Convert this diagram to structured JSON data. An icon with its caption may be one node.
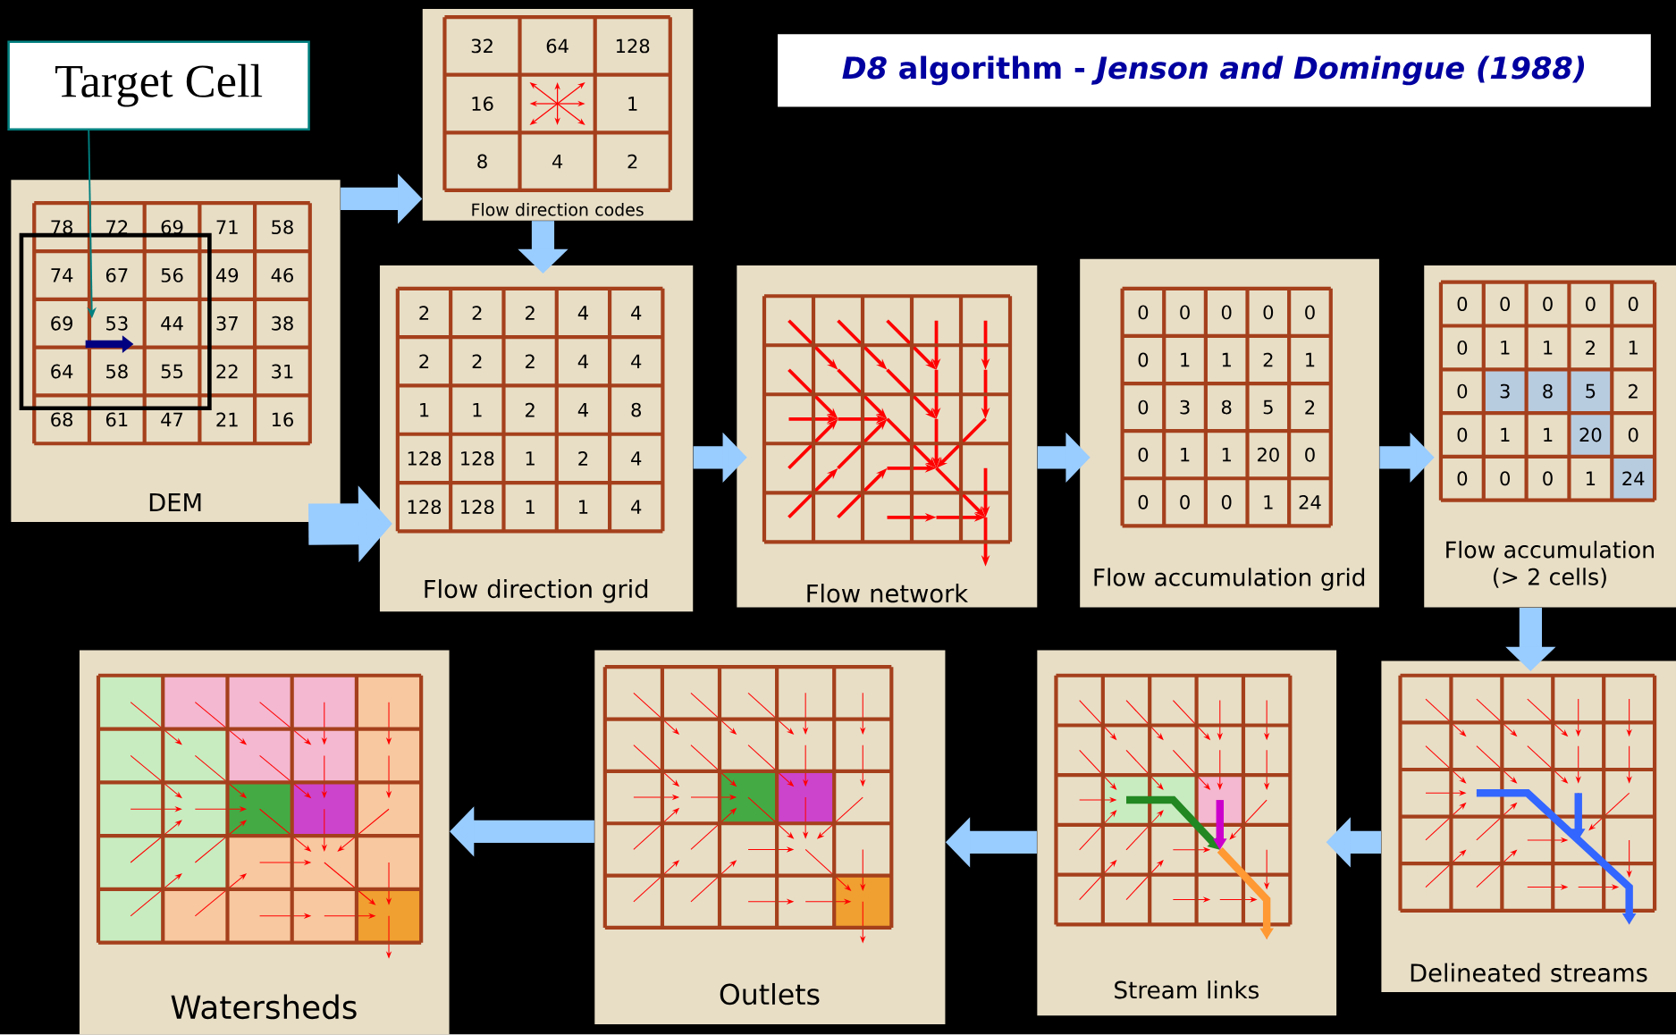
{
  "diagram": {
    "title": "*D8* algorithm - *Jenson and Domingue (1988)*",
    "nodes": [
      {
        "text": [
          "Target Cell"
        ]
      },
      {
        "text": [
          "Flow direction codes"
        ]
      },
      {
        "text": [
          "DEM"
        ]
      },
      {
        "text": [
          "Flow direction grid"
        ]
      },
      {
        "text": [
          "Flow network"
        ]
      },
      {
        "text": [
          "Flow accumulation grid"
        ]
      },
      {
        "text": [
          "Flow accumulation (> 2 cells)"
        ]
      },
      {
        "text": [
          "Delineated streams"
        ]
      },
      {
        "text": [
          "Stream links"
        ]
      },
      {
        "text": [
          "Outlets"
        ]
      },
      {
        "text": [
          "Watersheds"
        ]
      }
    ],
    "edges": [
      {
        "from": 0,
        "to": 2,
        "arrow": "to",
        "color": "#008080"
      },
      {
        "from": 2,
        "to": 1,
        "arrow": "to"
      },
      {
        "from": 1,
        "to": 3,
        "arrow": "to"
      },
      {
        "from": 2,
        "to": 3,
        "arrow": "to",
        "style": "thick"
      },
      {
        "from": 3,
        "to": 4,
        "arrow": "to"
      },
      {
        "from": 4,
        "to": 5,
        "arrow": "to"
      },
      {
        "from": 5,
        "to": 6,
        "arrow": "to"
      },
      {
        "from": 6,
        "to": 7,
        "arrow": "to"
      },
      {
        "from": 7,
        "to": 8,
        "arrow": "to"
      },
      {
        "from": 8,
        "to": 9,
        "arrow": "to"
      },
      {
        "from": 9,
        "to": 10,
        "arrow": "to"
      }
    ],
    "labels": [
      "32",
      "64",
      "128",
      "16",
      "1",
      "8",
      "4",
      "2",
      "78",
      "72",
      "69",
      "71",
      "58",
      "74",
      "67",
      "56",
      "49",
      "46",
      "69",
      "53",
      "44",
      "37",
      "38",
      "64",
      "58",
      "55",
      "22",
      "31",
      "68",
      "61",
      "47",
      "21",
      "16",
      "2",
      "2",
      "2",
      "4",
      "4",
      "2",
      "2",
      "2",
      "4",
      "4",
      "1",
      "1",
      "2",
      "4",
      "8",
      "128",
      "128",
      "1",
      "2",
      "4",
      "128",
      "128",
      "1",
      "1",
      "4",
      "0",
      "0",
      "0",
      "0",
      "0",
      "0",
      "1",
      "1",
      "2",
      "1",
      "0",
      "3",
      "8",
      "5",
      "2",
      "0",
      "1",
      "1",
      "20",
      "0",
      "0",
      "0",
      "0",
      "1",
      "24",
      "0",
      "0",
      "0",
      "0",
      "0",
      "0",
      "1",
      "1",
      "2",
      "1",
      "0",
      "3",
      "8",
      "5",
      "2",
      "0",
      "1",
      "1",
      "20",
      "0",
      "0",
      "0",
      "0",
      "1",
      "24"
    ]
  }
}
